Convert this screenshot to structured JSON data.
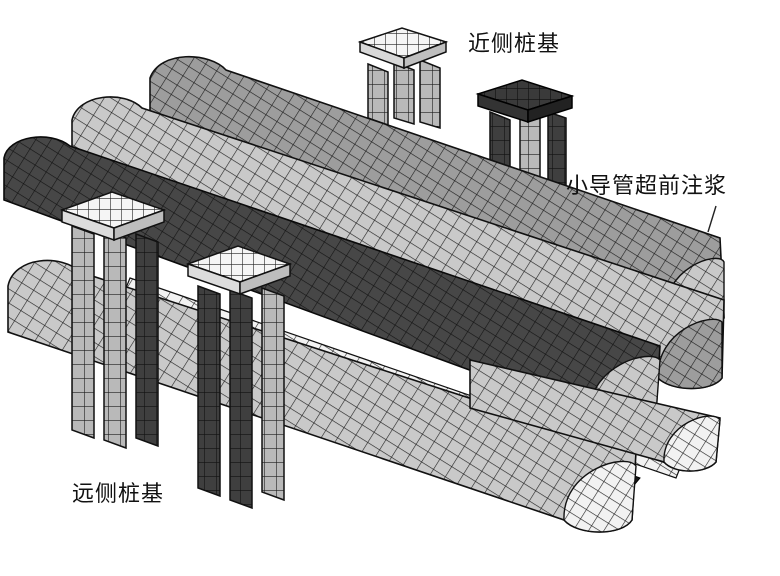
{
  "labels": {
    "near_pile": "近侧桩基",
    "pipe_grouting": "小导管超前注浆",
    "far_pile": "远侧桩基"
  },
  "colors": {
    "background": "#ffffff",
    "light_mesh": "#cfcfcf",
    "mid_mesh": "#9a9a9a",
    "dark_mesh": "#4a4a4a",
    "very_dark": "#2a2a2a",
    "white_cap": "#f4f4f4",
    "grid_line": "#1e1e1e"
  }
}
